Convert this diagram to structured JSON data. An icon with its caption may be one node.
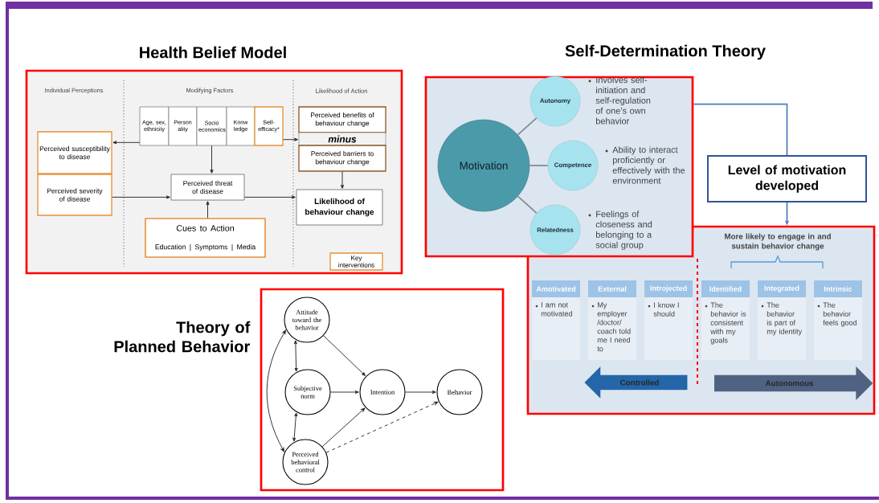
{
  "diagram": {
    "nodes": [
      {
        "text": [
          "Health Belief Model"
        ]
      },
      {
        "text": [
          "Age, sex, ethnicity"
        ],
        "in": 0
      },
      {
        "text": [
          "Person ality"
        ],
        "in": 0
      },
      {
        "text": [
          "Socio economics"
        ],
        "in": 0
      },
      {
        "text": [
          "Know ledge"
        ],
        "in": 0
      },
      {
        "text": [
          "Self-efficacy*"
        ],
        "in": 0
      },
      {
        "text": [
          "Perceived susceptibility to disease"
        ],
        "in": 0
      },
      {
        "text": [
          "Perceived severity of disease"
        ],
        "in": 0
      },
      {
        "text": [
          "Perceived threat of disease"
        ],
        "in": 0
      },
      {
        "text": [
          "Cues to Action",
          "Education | Symptoms | Media"
        ],
        "in": 0
      },
      {
        "text": [
          "Perceived benefits of behaviour change"
        ],
        "in": 0
      },
      {
        "text": [
          "minus"
        ],
        "in": 0
      },
      {
        "text": [
          "Perceived barriers to behaviour change"
        ],
        "in": 0
      },
      {
        "text": [
          "Likelihood of behaviour change"
        ],
        "in": 0
      },
      {
        "text": [
          "Key interventions"
        ],
        "in": 0
      },
      {
        "text": [
          "Theory of Planned Behavior"
        ]
      },
      {
        "text": [
          "Attitude toward the behavior"
        ],
        "in": 15
      },
      {
        "text": [
          "Subjective norm"
        ],
        "in": 15
      },
      {
        "text": [
          "Perceived behavioral control"
        ],
        "in": 15
      },
      {
        "text": [
          "Intention"
        ],
        "in": 15
      },
      {
        "text": [
          "Behavior"
        ],
        "in": 15
      },
      {
        "text": [
          "Self-Determination Theory"
        ]
      },
      {
        "text": [
          "Motivation"
        ],
        "in": 21
      },
      {
        "text": [
          "Autonomy"
        ],
        "beside": [
          "Involves self-initiation and self-regulation of one’s own behavior"
        ],
        "in": 21
      },
      {
        "text": [
          "Competence"
        ],
        "beside": [
          "Ability to interact proficiently or effectively with the environment"
        ],
        "in": 21
      },
      {
        "text": [
          "Relatedness"
        ],
        "beside": [
          "Feelings of closeness and belonging to a social group"
        ],
        "in": 21
      },
      {
        "text": [
          "Level of motivation developed"
        ]
      },
      {
        "text": [
          "More likely to engage in and sustain behavior change"
        ]
      },
      {
        "text": [
          "Amotivated",
          "I am not motivated"
        ],
        "in": 27
      },
      {
        "text": [
          "External",
          "My employer /doctor/ coach told me I need to"
        ],
        "in": 27
      },
      {
        "text": [
          "Introjected",
          "I know I should"
        ],
        "in": 27
      },
      {
        "text": [
          "Identified",
          "The behavior is consistent with my goals"
        ],
        "in": 27
      },
      {
        "text": [
          "Integrated",
          "The behavior is part of my identity"
        ],
        "in": 27
      },
      {
        "text": [
          "Intrinsic",
          "The behavior feels good"
        ],
        "in": 27
      },
      {
        "text": [
          "Controlled"
        ],
        "in": 27
      },
      {
        "text": [
          "Autonomous"
        ],
        "in": 27
      }
    ],
    "edges": [
      {
        "from": 1,
        "to": 6,
        "arrow": "to"
      },
      {
        "from": 5,
        "to": 11,
        "arrow": "to"
      },
      {
        "from": 3,
        "to": 8,
        "arrow": "to"
      },
      {
        "from": 7,
        "to": 8,
        "arrow": "to"
      },
      {
        "from": 9,
        "to": 8,
        "arrow": "to"
      },
      {
        "from": 8,
        "to": 13,
        "arrow": "to"
      },
      {
        "from": 12,
        "to": 13,
        "arrow": "to"
      },
      {
        "from": 16,
        "to": 19,
        "arrow": "to"
      },
      {
        "from": 17,
        "to": 19,
        "arrow": "to"
      },
      {
        "from": 18,
        "to": 19,
        "arrow": "to"
      },
      {
        "from": 19,
        "to": 20,
        "arrow": "to"
      },
      {
        "from": 18,
        "to": 20,
        "arrow": "to",
        "style": "dashed"
      },
      {
        "from": 16,
        "to": 17,
        "arrow": "both"
      },
      {
        "from": 17,
        "to": 18,
        "arrow": "both"
      },
      {
        "from": 16,
        "to": 18,
        "arrow": "both"
      },
      {
        "from": 22,
        "to": 23,
        "arrow": "none",
        "color": "#7f8c8d"
      },
      {
        "from": 22,
        "to": 24,
        "arrow": "none",
        "color": "#7f8c8d"
      },
      {
        "from": 22,
        "to": 25,
        "arrow": "none",
        "color": "#7f8c8d"
      },
      {
        "from": 21,
        "to": 26,
        "arrow": "none",
        "color": "#4a7ebb"
      },
      {
        "from": 26,
        "to": 27,
        "arrow": "to",
        "color": "#4a7ebb"
      }
    ],
    "labels": [
      "Individual Perceptions",
      "Modifying Factors",
      "Likelihood of Action"
    ]
  }
}
